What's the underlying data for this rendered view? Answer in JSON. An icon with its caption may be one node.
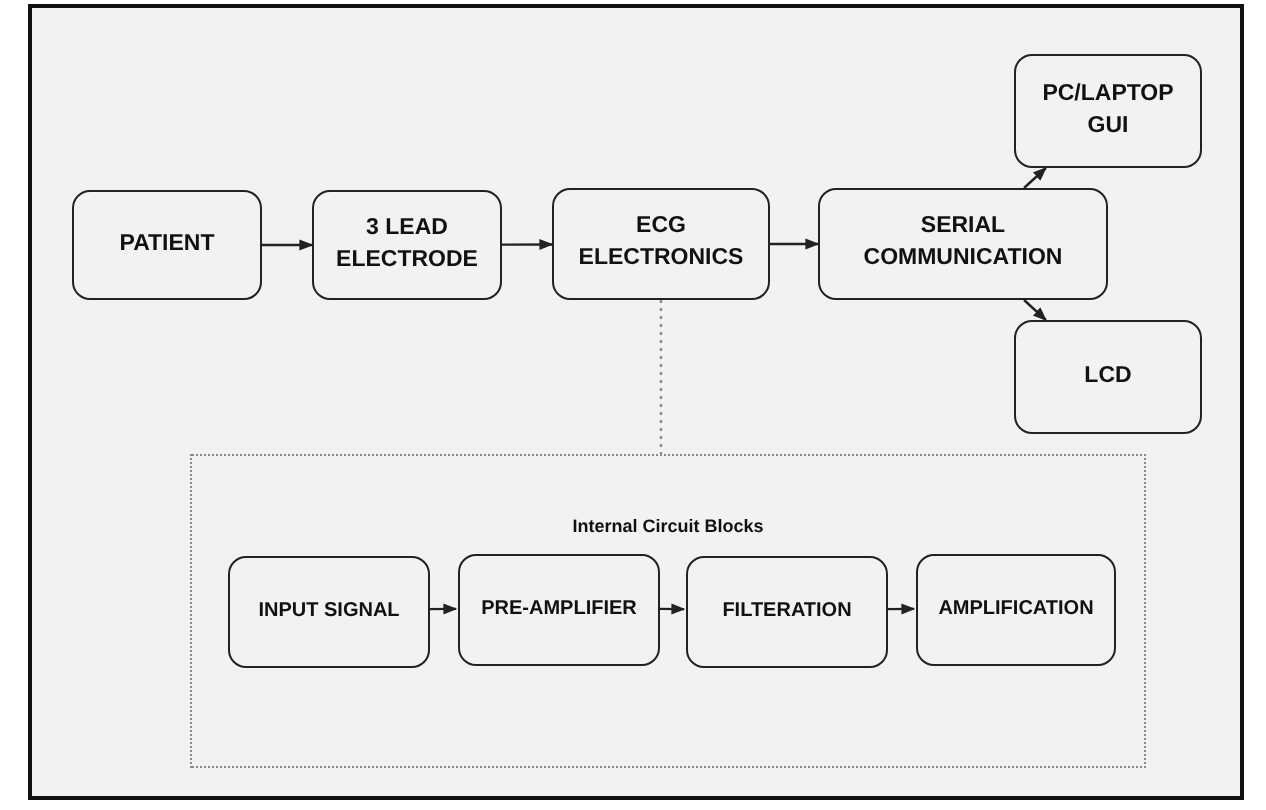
{
  "diagram": {
    "nodes": [
      {
        "text": [
          "PATIENT"
        ]
      },
      {
        "text": [
          "3 LEAD ELECTRODE"
        ]
      },
      {
        "text": [
          "ECG ELECTRONICS"
        ]
      },
      {
        "text": [
          "SERIAL COMMUNICATION"
        ]
      },
      {
        "text": [
          "PC/LAPTOP GUI"
        ]
      },
      {
        "text": [
          "LCD"
        ]
      },
      {
        "text": [
          "Internal Circuit Blocks"
        ]
      },
      {
        "text": [
          "INPUT SIGNAL"
        ],
        "in": 6
      },
      {
        "text": [
          "PRE-AMPLIFIER"
        ],
        "in": 6
      },
      {
        "text": [
          "FILTERATION"
        ],
        "in": 6
      },
      {
        "text": [
          "AMPLIFICATION"
        ],
        "in": 6
      }
    ],
    "edges": [
      {
        "from": 0,
        "to": 1,
        "arrow": "to"
      },
      {
        "from": 1,
        "to": 2,
        "arrow": "to"
      },
      {
        "from": 2,
        "to": 3,
        "arrow": "to"
      },
      {
        "from": 3,
        "to": 4,
        "arrow": "to"
      },
      {
        "from": 3,
        "to": 5,
        "arrow": "to"
      },
      {
        "from": 2,
        "to": 6,
        "arrow": "none",
        "style": "dashed",
        "color": "#8c8c8c"
      },
      {
        "from": 7,
        "to": 8,
        "arrow": "to"
      },
      {
        "from": 8,
        "to": 9,
        "arrow": "to"
      },
      {
        "from": 9,
        "to": 10,
        "arrow": "to"
      }
    ]
  }
}
